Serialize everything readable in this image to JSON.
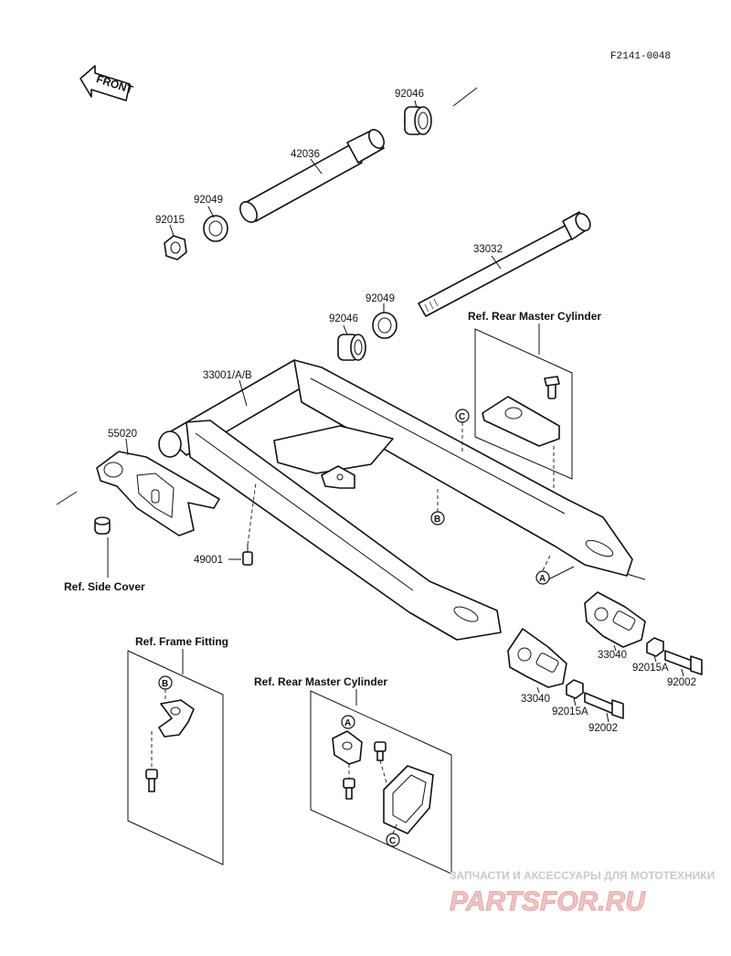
{
  "diagram": {
    "code": "F2141-0048",
    "front_label": "FRONT",
    "part_labels": {
      "p92046_top": "92046",
      "p42036": "42036",
      "p92049_top": "92049",
      "p92015": "92015",
      "p33032": "33032",
      "p92049_mid": "92049",
      "p92046_mid": "92046",
      "p33001": "33001/A/B",
      "p55020": "55020",
      "p49001": "49001",
      "p33040_right": "33040",
      "p92015A_right": "92015A",
      "p92002_right": "92002",
      "p33040_left": "33040",
      "p92015A_left": "92015A",
      "p92002_left": "92002"
    },
    "refs": {
      "rear_master_top": "Ref. Rear Master Cylinder",
      "side_cover": "Ref. Side Cover",
      "frame_fitting": "Ref. Frame Fitting",
      "rear_master_bottom": "Ref. Rear Master Cylinder"
    },
    "markers": {
      "A": "A",
      "B": "B",
      "C": "C"
    }
  },
  "watermark": {
    "tagline": "ЗАПЧАСТИ И АКСЕССУАРЫ ДЛЯ МОТОТЕХНИКИ",
    "logo": "PARTSFOR.RU"
  }
}
